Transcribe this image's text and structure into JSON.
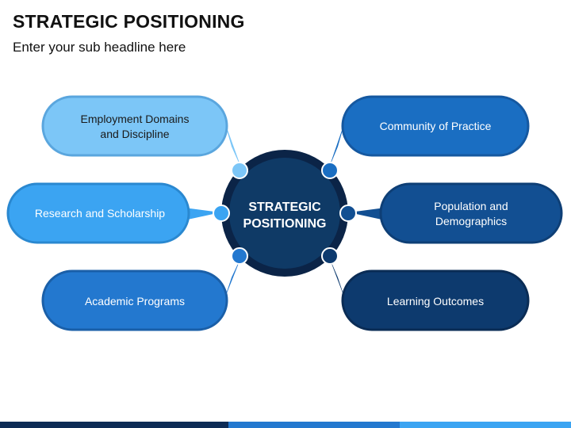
{
  "header": {
    "title": "STRATEGIC POSITIONING",
    "subtitle": "Enter your sub headline here"
  },
  "center": {
    "line1": "STRATEGIC",
    "line2": "POSITIONING",
    "fill": "#0f3a66",
    "ring": "#0b2447"
  },
  "nodes": [
    {
      "id": "employment",
      "lines": [
        "Employment Domains",
        "and Discipline"
      ],
      "fill": "#7cc6f7",
      "stroke": "#5aa6de",
      "text_color": "#1a1a1a"
    },
    {
      "id": "research",
      "lines": [
        "Research and Scholarship"
      ],
      "fill": "#3ba4f2",
      "stroke": "#2a88d0",
      "text_color": "#ffffff"
    },
    {
      "id": "academic",
      "lines": [
        "Academic Programs"
      ],
      "fill": "#2378cf",
      "stroke": "#1a5fa8",
      "text_color": "#ffffff"
    },
    {
      "id": "community",
      "lines": [
        "Community of Practice"
      ],
      "fill": "#1a6ec2",
      "stroke": "#1558a0",
      "text_color": "#ffffff"
    },
    {
      "id": "population",
      "lines": [
        "Population and",
        "Demographics"
      ],
      "fill": "#124f92",
      "stroke": "#0e3f76",
      "text_color": "#ffffff"
    },
    {
      "id": "learning",
      "lines": [
        "Learning Outcomes"
      ],
      "fill": "#0d3a6e",
      "stroke": "#0a2c55",
      "text_color": "#ffffff"
    }
  ],
  "footer_bar": [
    "#0d2b55",
    "#2378cf",
    "#3ba4f2"
  ]
}
